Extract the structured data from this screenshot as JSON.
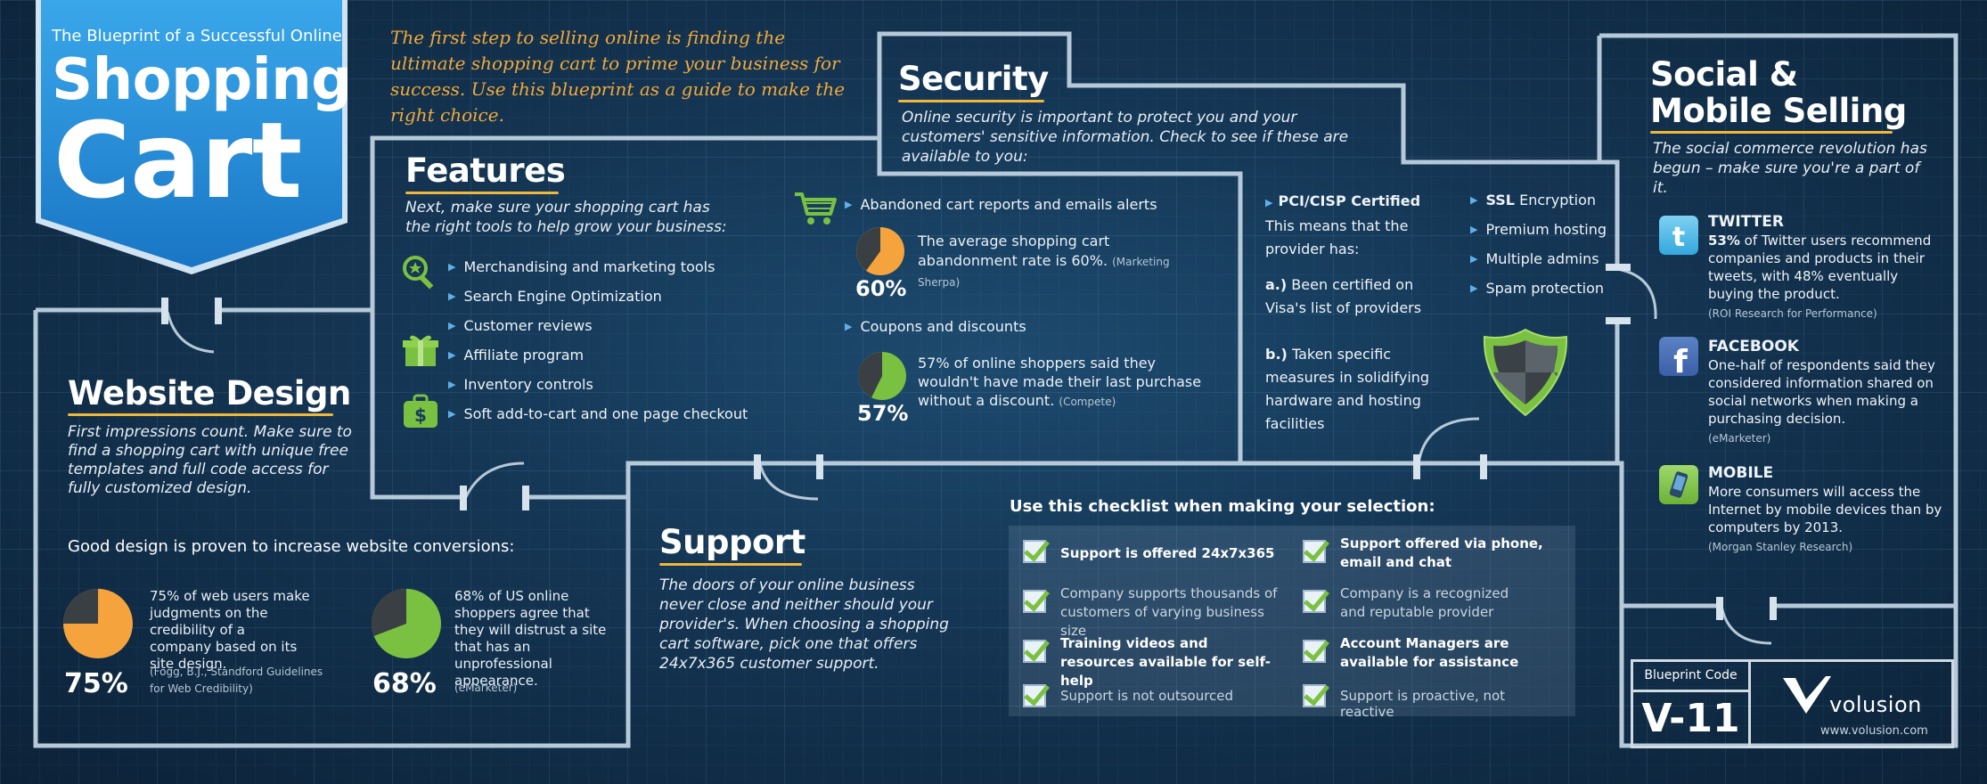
{
  "header": {
    "kicker": "The Blueprint of a Successful Online",
    "title_line1": "Shopping",
    "title_line2": "Cart",
    "intro": "The first step to selling online is finding the ultimate shopping cart to prime your business for success. Use this blueprint as a guide to make the right choice."
  },
  "website_design": {
    "title": "Website Design",
    "body": "First impressions count. Make sure to find a shopping cart with unique free templates and full code access for fully customized design.",
    "stat_heading": "Good design is proven to increase website conversions:",
    "stats": [
      {
        "percent": "75%",
        "value": 75,
        "text": "75% of web users make judgments on the credibility of a company based on its site design.",
        "source": "(Fogg, B.J., Standford Guidelines for Web Credibility)"
      },
      {
        "percent": "68%",
        "value": 68,
        "text": "68% of US online shoppers agree that they will distrust a site that has an unprofessional appearance.",
        "source": "(eMarketer)"
      }
    ]
  },
  "features": {
    "title": "Features",
    "body": "Next, make sure your shopping cart has the right tools to help grow your business:",
    "items": [
      "Merchandising and marketing tools",
      "Search Engine Optimization",
      "Customer reviews",
      "Affiliate program",
      "Inventory controls",
      "Soft add-to-cart and one page checkout"
    ],
    "item_abandoned": "Abandoned cart reports and emails alerts",
    "abandon_text": "The average shopping cart abandonment rate is 60%.",
    "abandon_source": "(Marketing Sherpa)",
    "abandon_pct": "60%",
    "abandon_value": 60,
    "item_coupons": "Coupons and discounts",
    "coupon_text": "57% of online shoppers said they wouldn't have made their last purchase without a discount.",
    "coupon_source": "(Compete)",
    "coupon_pct": "57%",
    "coupon_value": 57
  },
  "security": {
    "title": "Security",
    "body": "Online security is important to protect you and your customers' sensitive information. Check to see if these are available to you:",
    "pci_title": "PCI/CISP Certified",
    "pci_body": "This means that the provider has:",
    "pci_a_label": "a.)",
    "pci_a": "Been certified on Visa's list of providers",
    "pci_b_label": "b.)",
    "pci_b": "Taken specific measures in solidifying hardware and hosting facilities",
    "ssl_bold": "SSL",
    "ssl_rest": "Encryption",
    "items": [
      "Premium hosting",
      "Multiple admins",
      "Spam protection"
    ]
  },
  "social": {
    "title_line1": "Social &",
    "title_line2": "Mobile Selling",
    "body": "The social commerce revolution has begun – make sure you're a part of it.",
    "twitter": {
      "name": "TWITTER",
      "bold": "53%",
      "text": " of Twitter users recommend companies and products in their tweets, with 48% eventually buying the product.",
      "source": "(ROI Research for Performance)"
    },
    "facebook": {
      "name": "FACEBOOK",
      "text": "One-half of respondents said they considered information shared on social networks when making a purchasing decision.",
      "source": "(eMarketer)"
    },
    "mobile": {
      "name": "MOBILE",
      "text": "More consumers will access the Internet by mobile devices than by computers by 2013.",
      "source": "(Morgan Stanley Research)"
    }
  },
  "support": {
    "title": "Support",
    "body": "The doors of your online business never close and neither should your provider's. When choosing a shopping cart software, pick one that offers 24x7x365 customer support."
  },
  "checklist": {
    "heading": "Use this checklist when making your selection:",
    "left": [
      {
        "text": "Support is offered 24x7x365",
        "bold": true
      },
      {
        "text": "Company supports thousands of customers of varying business size",
        "bold": false
      },
      {
        "text": "Training videos and resources available for self-help",
        "bold": true
      },
      {
        "text": "Support is not outsourced",
        "bold": false
      }
    ],
    "right": [
      {
        "text": "Support offered via phone, email and chat",
        "bold": true
      },
      {
        "text": "Company is a recognized  and reputable provider",
        "bold": false
      },
      {
        "text": "Account Managers are available for assistance",
        "bold": true
      },
      {
        "text": "Support is proactive, not reactive",
        "bold": false
      }
    ]
  },
  "footer": {
    "code_label": "Blueprint Code",
    "code": "V-11",
    "brand": "volusion",
    "url": "www.volusion.com"
  },
  "colors": {
    "accent_yellow": "#f0b73a",
    "pie_orange": "#f5a33c",
    "pie_green": "#7ac142",
    "badge_blue": "#2b8fd9"
  }
}
